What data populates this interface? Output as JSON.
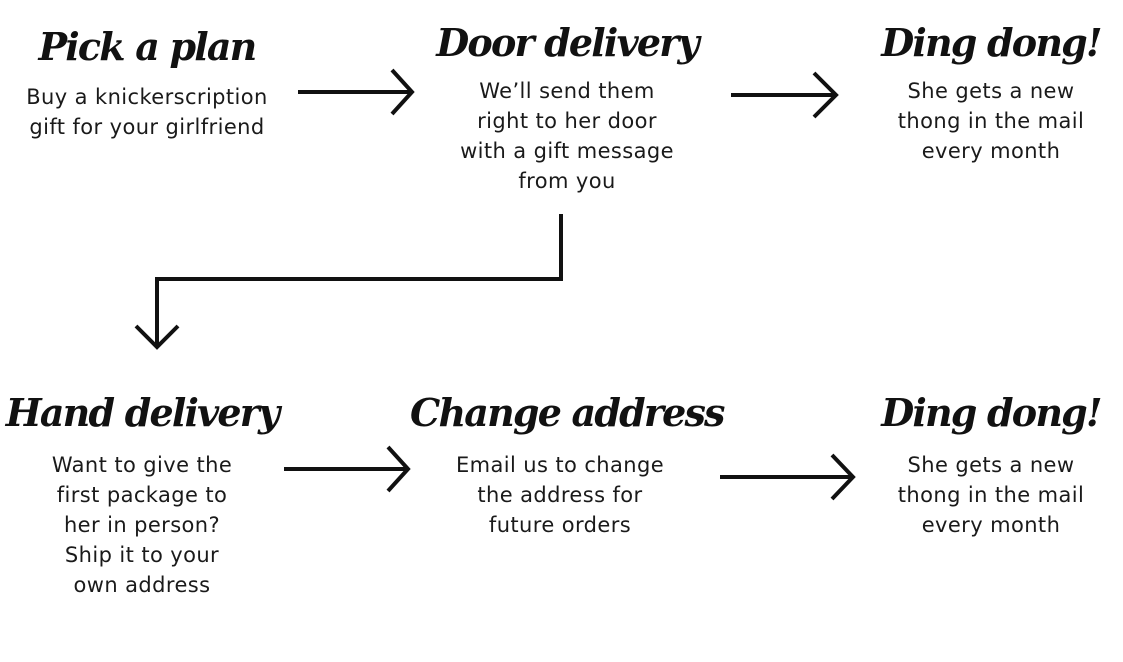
{
  "steps": {
    "pick_plan": {
      "title": "Pick a plan",
      "lines": [
        "Buy a knickerscription",
        "gift for your girlfriend"
      ]
    },
    "door_delivery": {
      "title": "Door delivery",
      "lines": [
        "We’ll send them",
        "right to her door",
        "with a gift message",
        "from you"
      ]
    },
    "ding_dong_1": {
      "title": "Ding dong!",
      "lines": [
        "She gets a new",
        "thong in the mail",
        "every month"
      ]
    },
    "hand_delivery": {
      "title": "Hand delivery",
      "lines": [
        "Want to give the",
        "first package to",
        "her in person?",
        "Ship it to your",
        "own address"
      ]
    },
    "change_address": {
      "title": "Change address",
      "lines": [
        "Email us to change",
        "the address for",
        "future orders"
      ]
    },
    "ding_dong_2": {
      "title": "Ding dong!",
      "lines": [
        "She gets a new",
        "thong in the mail",
        "every month"
      ]
    }
  },
  "colors": {
    "text": "#1a1a1a",
    "arrow": "#111111",
    "background": "#ffffff"
  }
}
